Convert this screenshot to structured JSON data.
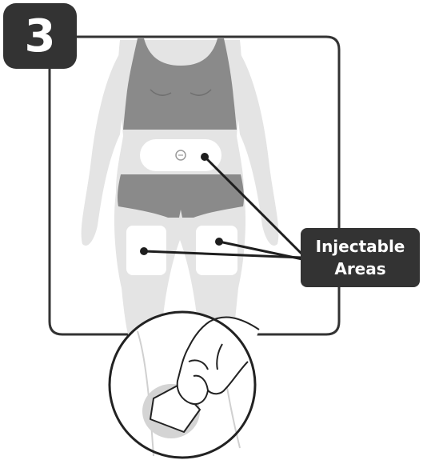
{
  "step": {
    "number": "3"
  },
  "callout": {
    "line1": "Injectable",
    "line2": "Areas"
  },
  "icons": {
    "figure": "body-silhouette-icon",
    "navel": "navel-icon",
    "hand": "hand-wiping-icon"
  },
  "colors": {
    "badge": "#333333",
    "frame": "#333333",
    "body_light": "#e4e4e4",
    "body_dark": "#8a8a8a",
    "injection_area": "#ffffff",
    "leader_line": "#1e1e1e"
  }
}
